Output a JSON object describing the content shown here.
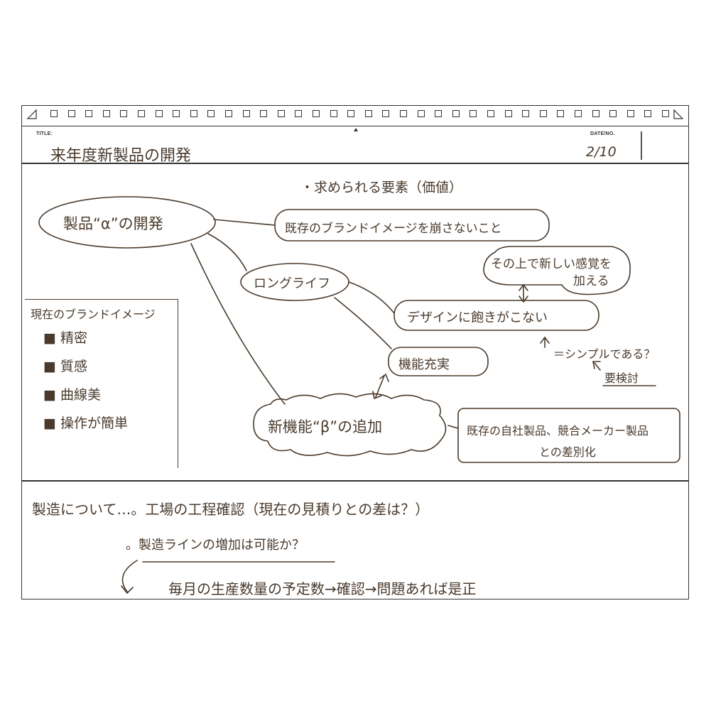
{
  "header": {
    "title_label": "TITLE:",
    "date_label": "DATE/NO.",
    "title": "来年度新製品の開発",
    "date": "2/10"
  },
  "mindmap": {
    "heading": "・求められる要素（価値）",
    "main_topic": "製品“α”の開発",
    "brand_keep": "既存のブランドイメージを崩さないこと",
    "new_feel": [
      "その上で新しい感覚を",
      "加える"
    ],
    "long_life": "ロングライフ",
    "design": "デザインに飽きがこない",
    "simple_note": "＝シンプルである？",
    "review_note": "要検討",
    "function": "機能充実",
    "new_feature": "新機能“β”の追加",
    "differentiation": [
      "既存の自社製品、競合メーカー製品",
      "との差別化"
    ]
  },
  "brand_image": {
    "title": "現在のブランドイメージ",
    "items": [
      "精密",
      "質感",
      "曲線美",
      "操作が簡単"
    ]
  },
  "manufacturing": {
    "line1": "製造について…。工場の工程確認（現在の見積りとの差は？）",
    "line2": "。製造ラインの増加は可能か？",
    "line3": "毎月の生産数量の予定数→確認→問題あれば是正"
  }
}
